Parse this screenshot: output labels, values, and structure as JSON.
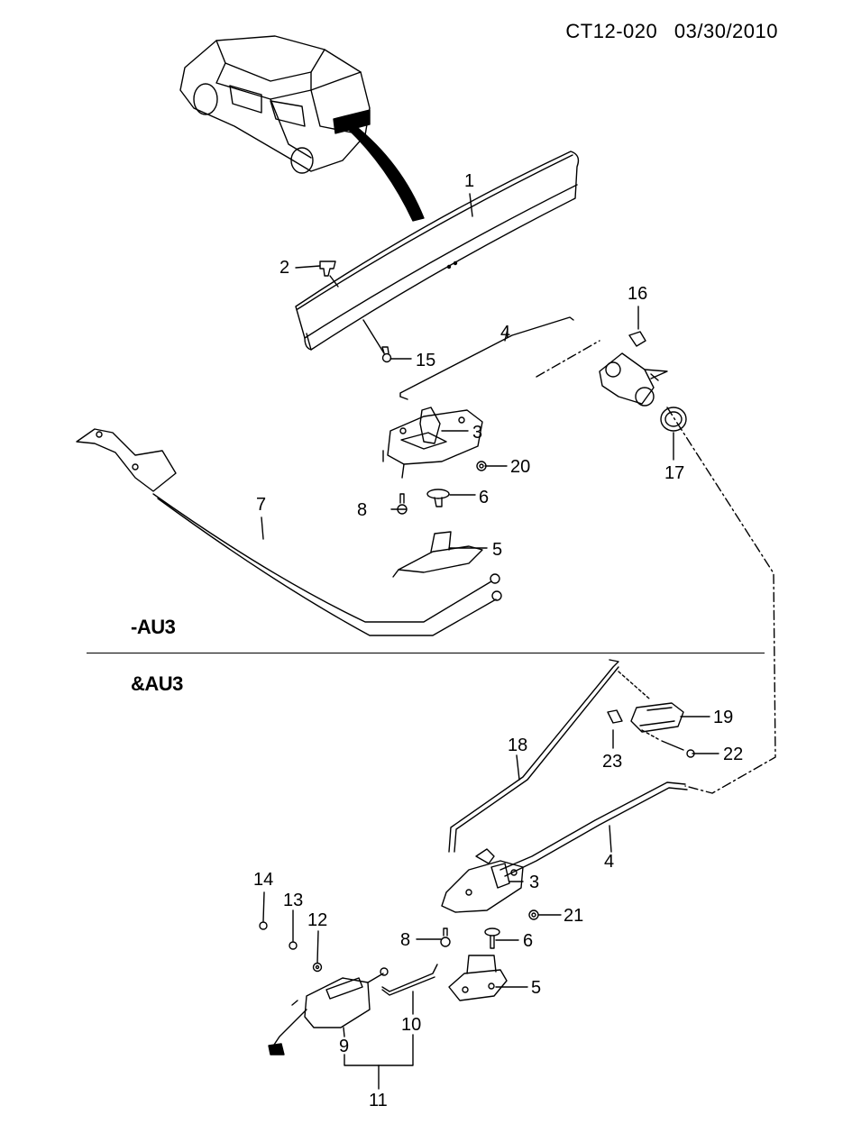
{
  "header": {
    "code": "CT12-020",
    "date": "03/30/2010"
  },
  "variants": {
    "upper": "-AU3",
    "lower": "&AU3"
  },
  "callouts": {
    "p1": "1",
    "p2": "2",
    "p3a": "3",
    "p3b": "3",
    "p4a": "4",
    "p4b": "4",
    "p5a": "5",
    "p5b": "5",
    "p6a": "6",
    "p6b": "6",
    "p7": "7",
    "p8a": "8",
    "p8b": "8",
    "p9": "9",
    "p10": "10",
    "p11": "11",
    "p12": "12",
    "p13": "13",
    "p14": "14",
    "p15": "15",
    "p16": "16",
    "p17": "17",
    "p18": "18",
    "p19": "19",
    "p20": "20",
    "p21": "21",
    "p22": "22",
    "p23": "23"
  }
}
